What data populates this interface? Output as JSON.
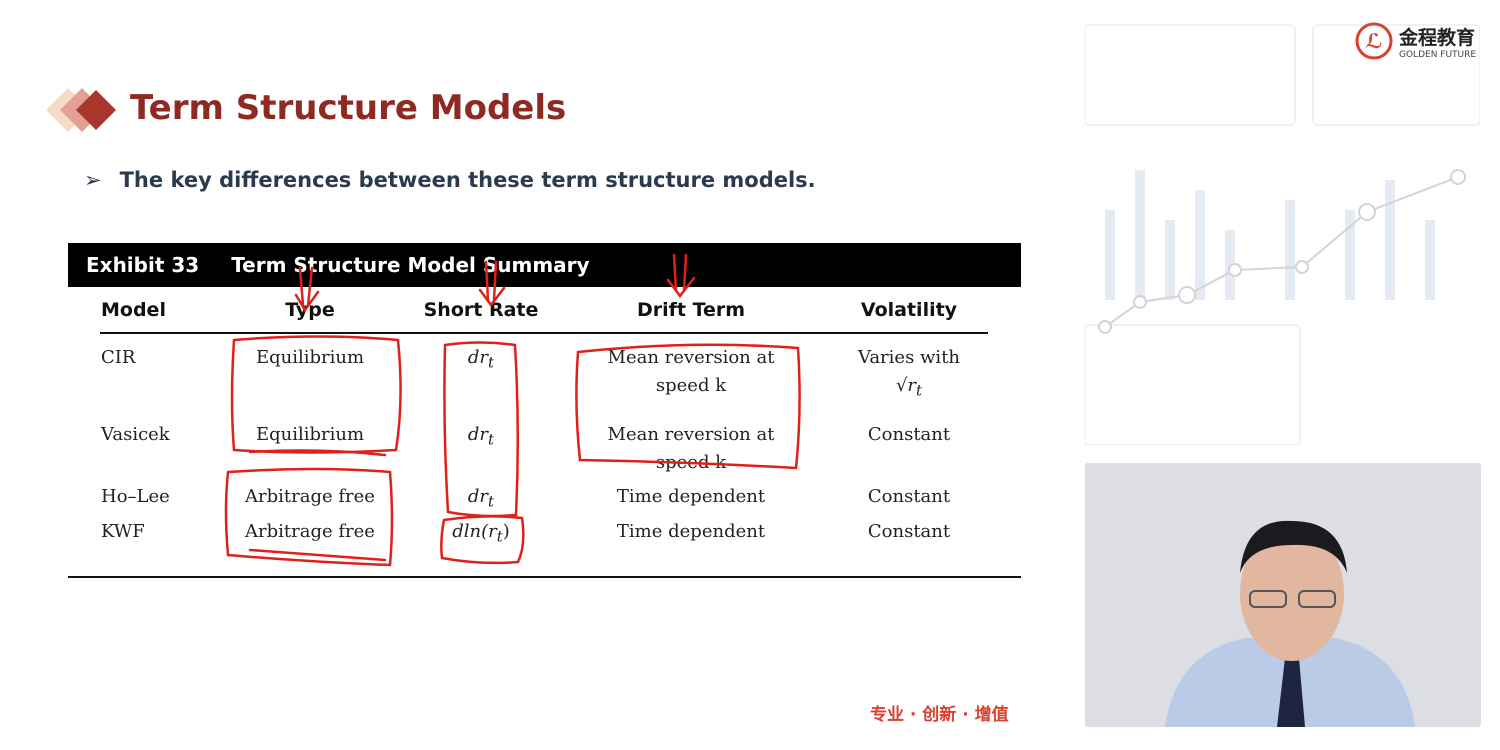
{
  "slide": {
    "title": "Term Structure Models",
    "bullet": "The key differences between these term structure models.",
    "footer": "专业 · 创新 · 增值"
  },
  "logo": {
    "cn": "金程教育",
    "en": "GOLDEN FUTURE"
  },
  "exhibit": {
    "number": "Exhibit 33",
    "title": "Term Structure Model Summary"
  },
  "table": {
    "headers": [
      "Model",
      "Type",
      "Short Rate",
      "Drift Term",
      "Volatility"
    ],
    "rows": [
      {
        "model": "CIR",
        "type": "Equilibrium",
        "rate": "dr",
        "rate_sub": "t",
        "drift": [
          "Mean reversion at",
          "speed k"
        ],
        "vol": [
          "Varies with",
          "√r",
          "t"
        ]
      },
      {
        "model": "Vasicek",
        "type": "Equilibrium",
        "rate": "dr",
        "rate_sub": "t",
        "drift": [
          "Mean reversion at",
          "speed k"
        ],
        "vol": [
          "Constant"
        ]
      },
      {
        "model": "Ho–Lee",
        "type": "Arbitrage free",
        "rate": "dr",
        "rate_sub": "t",
        "drift": [
          "Time dependent"
        ],
        "vol": [
          "Constant"
        ]
      },
      {
        "model": "KWF",
        "type": "Arbitrage free",
        "rate": "dln(r",
        "rate_sub": "t",
        "drift": [
          "Time dependent"
        ],
        "vol": [
          "Constant"
        ]
      }
    ]
  },
  "colors": {
    "title": "#8e2a22",
    "annotation": "#e0201a",
    "footer": "#d8402f"
  }
}
